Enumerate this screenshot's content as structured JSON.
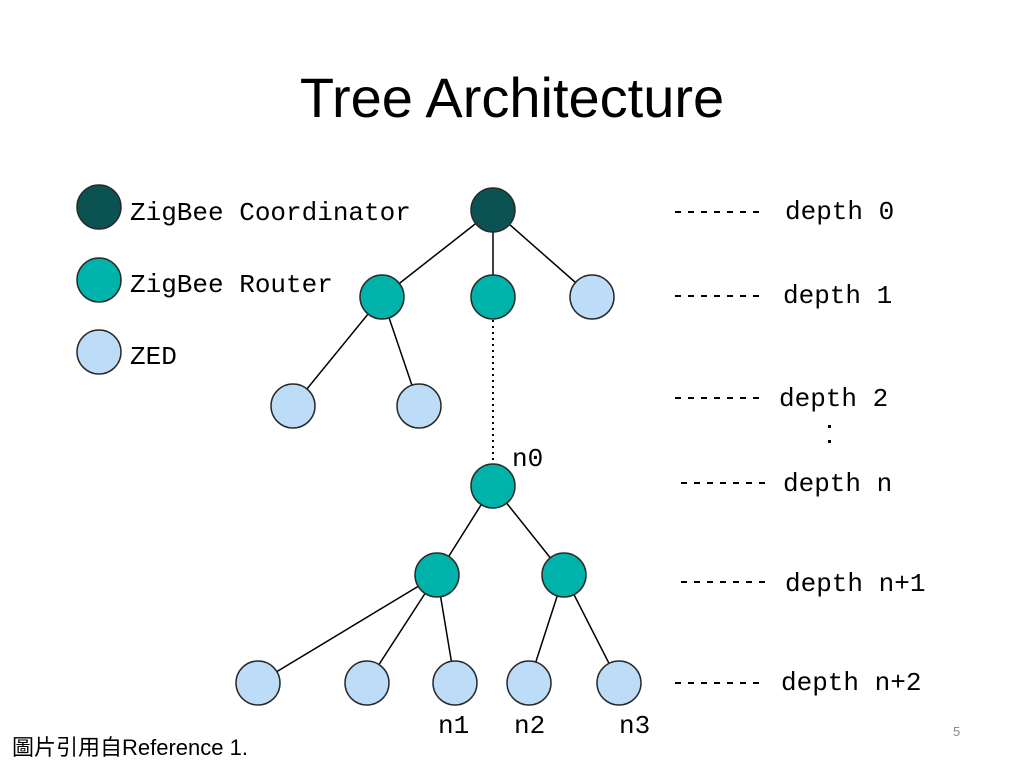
{
  "slide": {
    "title": "Tree Architecture",
    "page_number": "5",
    "footer": "圖片引用自Reference 1."
  },
  "colors": {
    "coordinator": "#0b5252",
    "router": "#00b3aa",
    "zed": "#bddcf8"
  },
  "legend": {
    "coordinator": "ZigBee Coordinator",
    "router": "ZigBee Router",
    "zed": "ZED"
  },
  "depth_labels": [
    "depth 0",
    "depth 1",
    "depth 2",
    "depth n",
    "depth n+1",
    "depth n+2"
  ],
  "node_labels": [
    "n0",
    "n1",
    "n2",
    "n3"
  ]
}
